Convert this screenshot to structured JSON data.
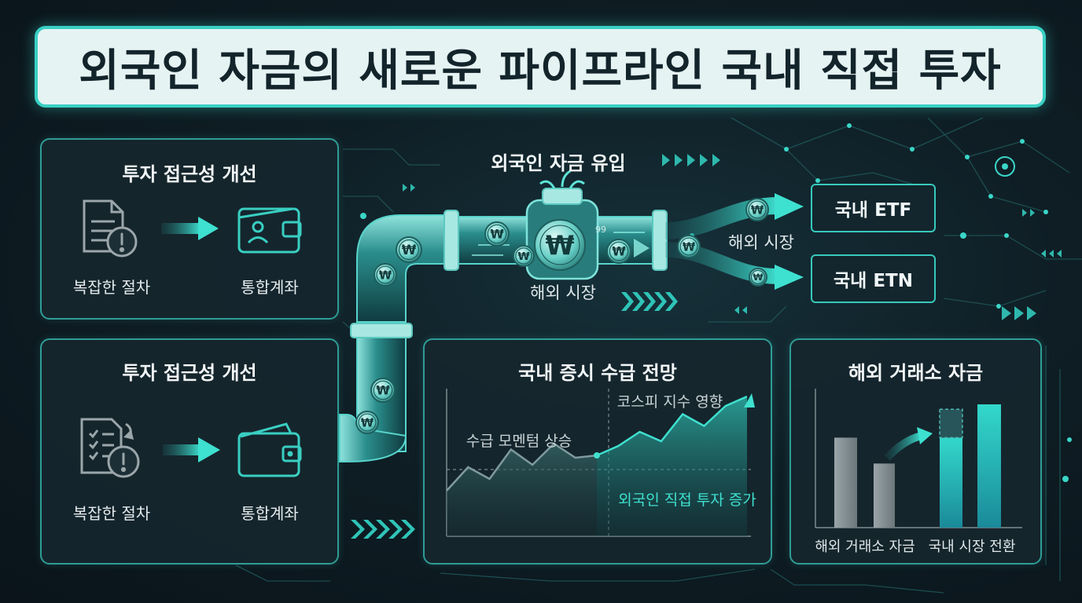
{
  "title": "외국인 자금의 새로운 파이프라인 국내 직접 투자",
  "panel_top": {
    "title": "투자 접근성 개선",
    "left_label": "복잡한 절차",
    "right_label": "통합계좌",
    "left_icon": "document-warning-icon",
    "right_icon": "wallet-user-icon"
  },
  "panel_bottom": {
    "title": "투자 접근성 개선",
    "left_label": "복잡한 절차",
    "right_label": "통합계좌",
    "left_icon": "checklist-warning-icon",
    "right_icon": "wallet-icon"
  },
  "pipeline": {
    "inflow_label": "외국인 자금 유입",
    "below_label": "해외 시장",
    "branch_label": "해외 시장",
    "coin_symbol": "₩",
    "coin_small_text": "99",
    "destinations": [
      "국내 ETF",
      "국내 ETN"
    ]
  },
  "chart_panel": {
    "title": "국내 증시 수급 전망",
    "annotation_left": "수급 모멘텀 상승",
    "annotation_right": "코스피 지수 영향",
    "annotation_bottom": "외국인 직접 투자 증가",
    "chart_data": {
      "type": "area",
      "title": "국내 증시 수급 전망",
      "values": [
        0.2,
        0.4,
        0.3,
        0.55,
        0.42,
        0.6,
        0.48,
        0.5,
        0.58,
        0.7,
        0.62,
        0.85,
        0.75,
        0.92,
        1.0
      ],
      "divider_index": 7,
      "highlight_colors": {
        "before": "#7f9a9e",
        "after": "#3fe0cf"
      }
    }
  },
  "bar_panel": {
    "title": "해외 거래소 자금",
    "label_left": "해외 거래소 자금",
    "label_right": "국내 시장 전환",
    "chart_data": {
      "type": "bar",
      "categories": [
        "해외 거래소 자금",
        "국내 시장 전환"
      ],
      "series": [
        {
          "values": [
            0.73,
            0.52
          ]
        },
        {
          "values": [
            0.73,
            1.0
          ]
        }
      ],
      "bar_colors": [
        "#8a9599",
        "#8a9599",
        "#22c2b9",
        "#22c2b9"
      ],
      "dashed_extension": 0.23
    }
  },
  "colors": {
    "accent": "#39d0c4",
    "background": "#0f1e25",
    "title_fill": "#e6f3f3"
  }
}
